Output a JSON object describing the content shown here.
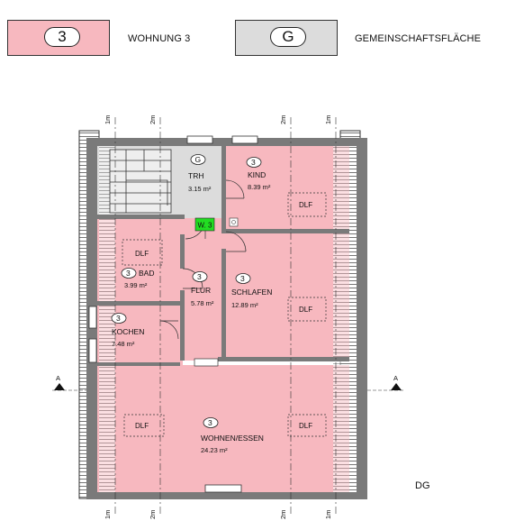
{
  "legend": {
    "unit": {
      "number": "3",
      "label": "WOHNUNG 3",
      "color": "#f7b8bf"
    },
    "common": {
      "number": "G",
      "label": "GEMEINSCHAFTSFLÄCHE",
      "color": "#dcdcdc"
    }
  },
  "dimensions": {
    "one_m": "1m",
    "two_m": "2m"
  },
  "rooms": {
    "trh": {
      "marker": "G",
      "name": "TRH",
      "area": "3.15 m²"
    },
    "kind": {
      "marker": "3",
      "name": "KIND",
      "area": "8.39 m²"
    },
    "bad": {
      "marker": "3",
      "name": "BAD",
      "area": "3.99 m²"
    },
    "flur": {
      "marker": "3",
      "name": "FLUR",
      "area": "5.78 m²"
    },
    "schlafen": {
      "marker": "3",
      "name": "SCHLAFEN",
      "area": "12.89 m²"
    },
    "kochen": {
      "marker": "3",
      "name": "KOCHEN",
      "area": "7.48 m²"
    },
    "wohnen": {
      "marker": "3",
      "name": "WOHNEN/ESSEN",
      "area": "24.23 m²"
    }
  },
  "dlf_label": "DLF",
  "unit_tag": "W. 3",
  "unit_tag_color": "#22dd22",
  "section_mark": "A",
  "floor_label": "DG",
  "colors": {
    "pink": "#f7b8bf",
    "grey": "#dcdcdc",
    "wall": "#7a7a7a"
  }
}
